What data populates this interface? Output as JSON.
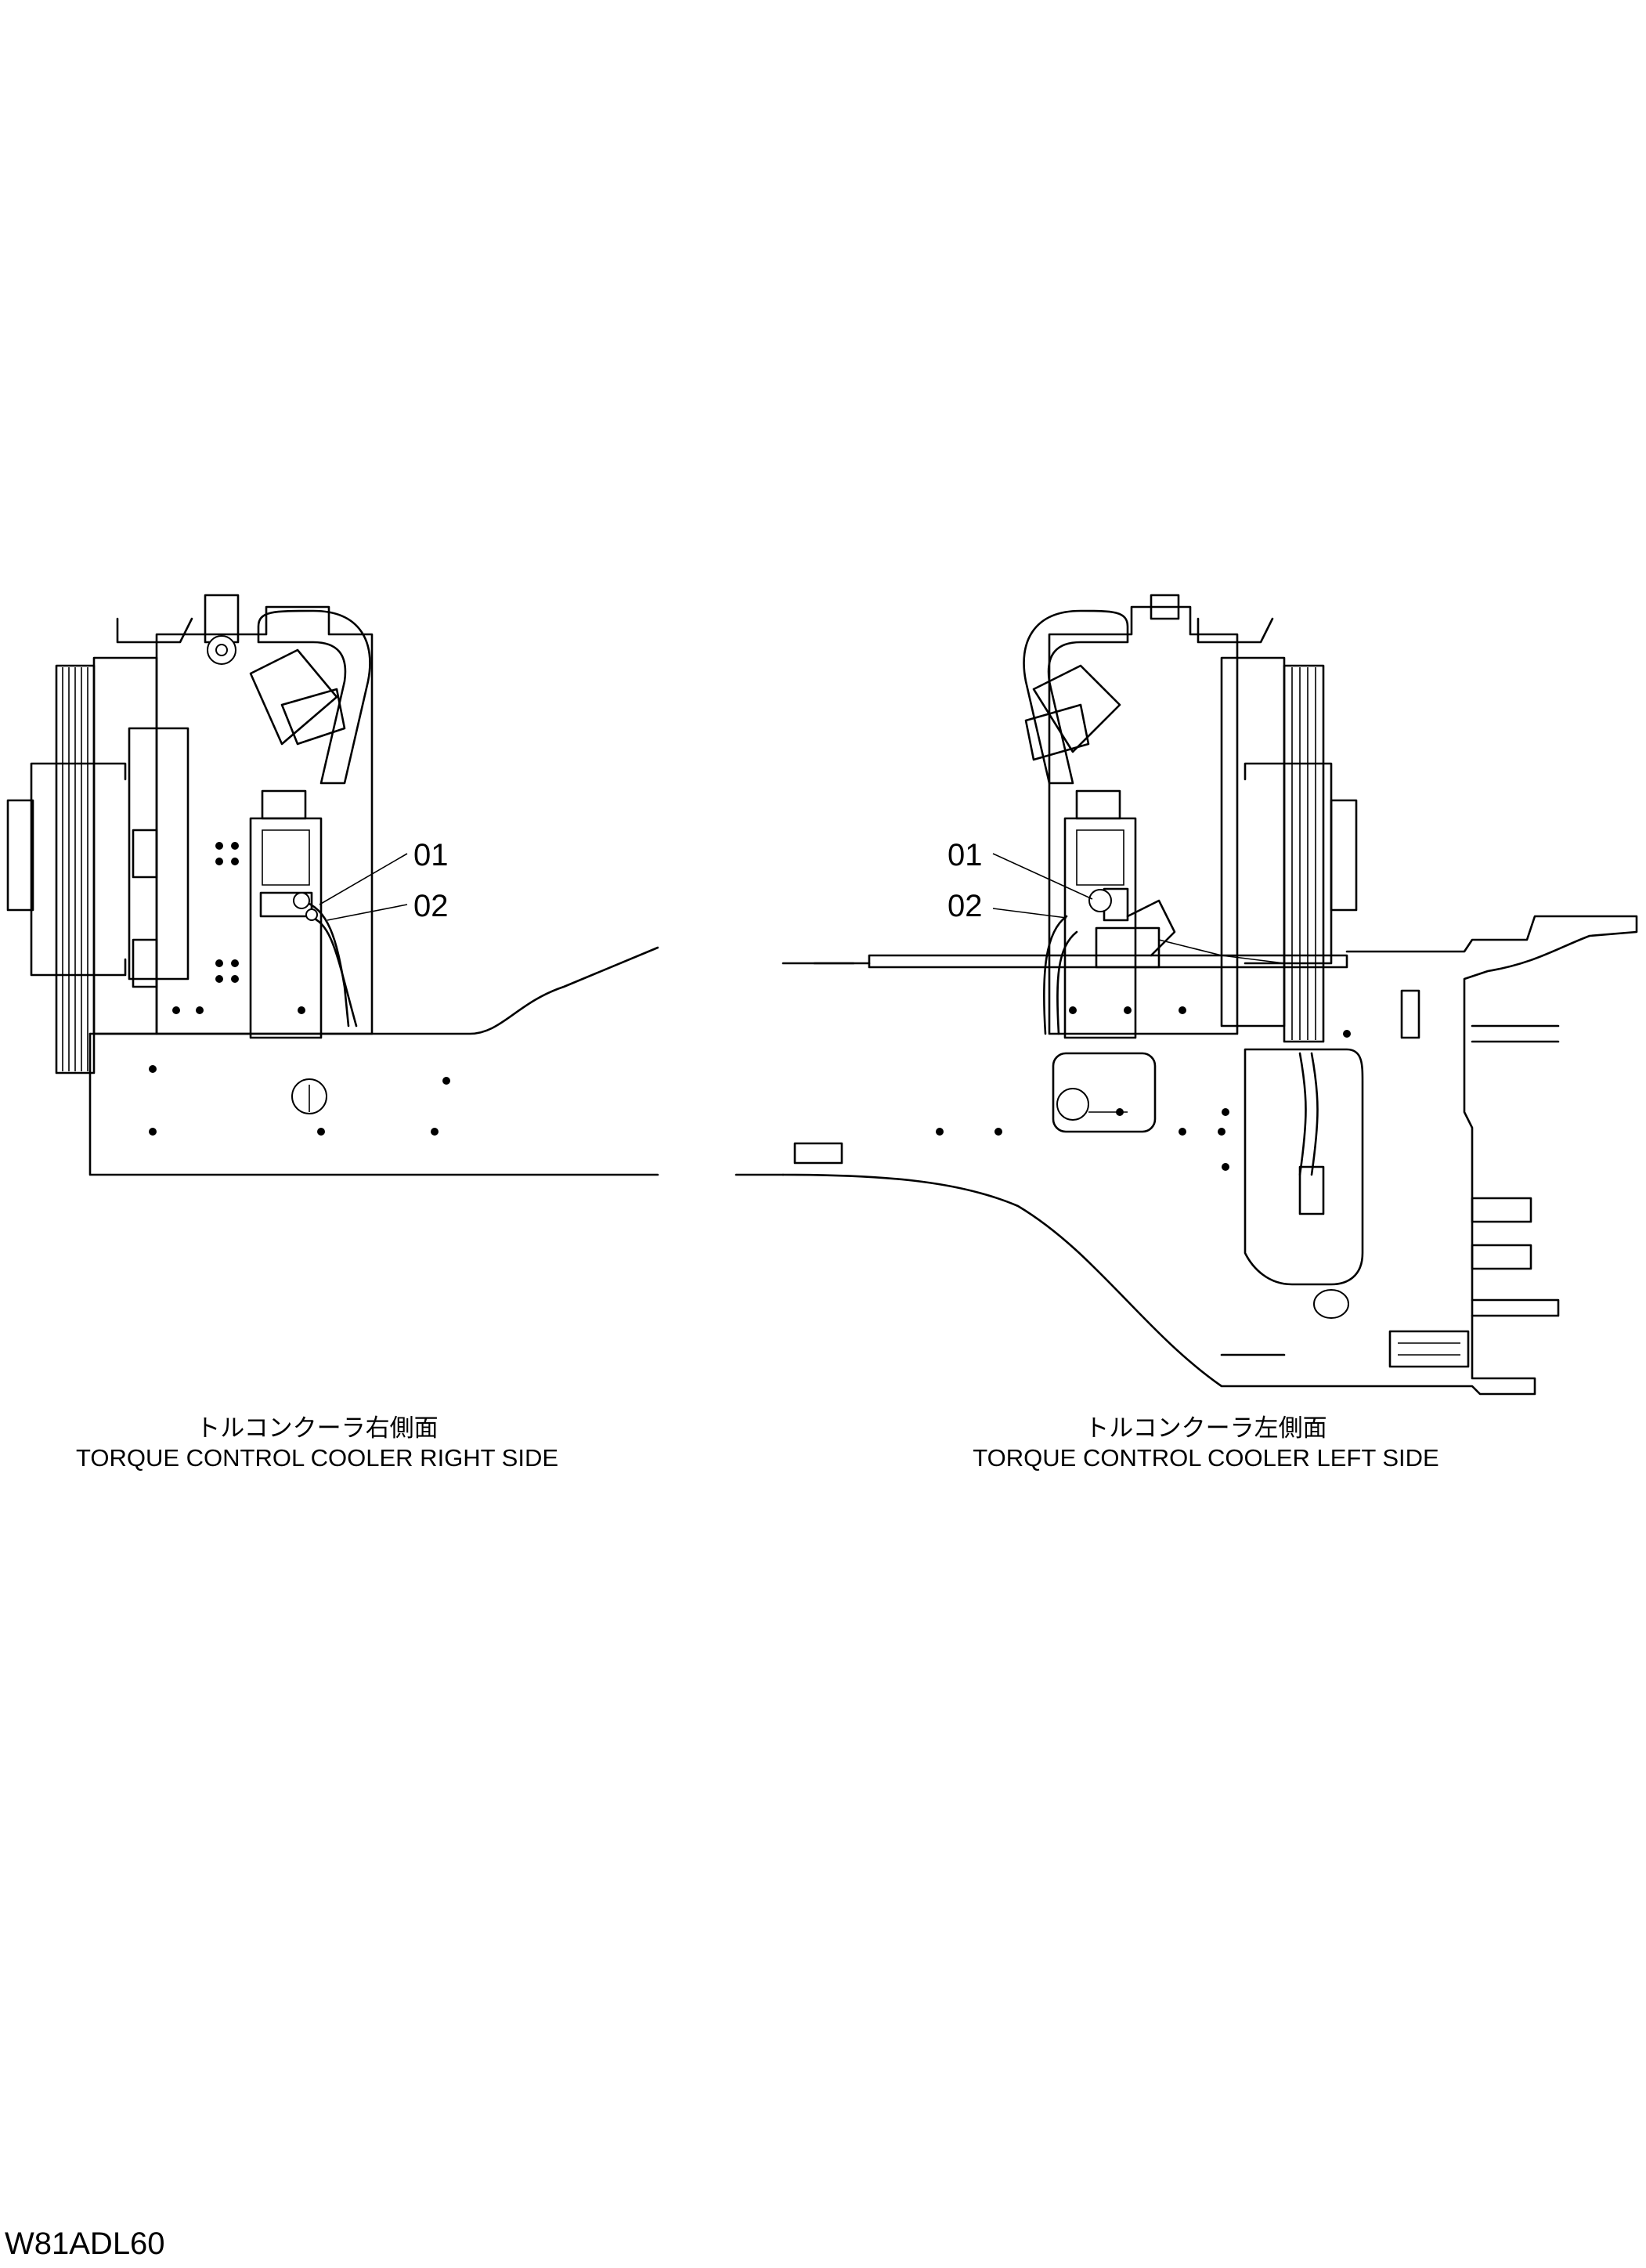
{
  "views": [
    {
      "id": "right",
      "caption_jp": "トルコンクーラ右側面",
      "caption_en": "TORQUE CONTROL COOLER RIGHT SIDE",
      "callouts": [
        "01",
        "02"
      ]
    },
    {
      "id": "left",
      "caption_jp": "トルコンクーラ左側面",
      "caption_en": "TORQUE CONTROL COOLER LEFT SIDE",
      "callouts": [
        "01",
        "02"
      ]
    }
  ],
  "drawing_code": "W81ADL60"
}
